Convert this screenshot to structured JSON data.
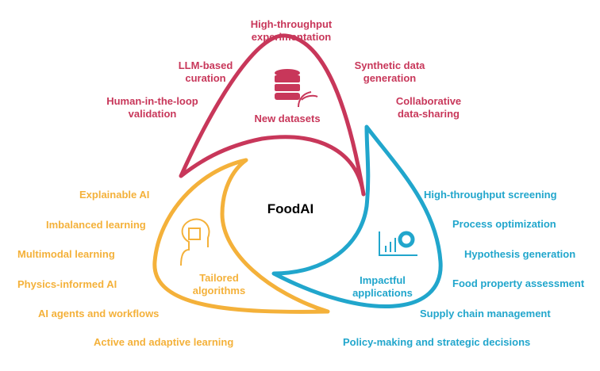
{
  "center": "FoodAI",
  "colors": {
    "datasets": "#c8375a",
    "algorithms": "#f4b13a",
    "applications": "#21a6cc"
  },
  "datasets": {
    "title": "New datasets",
    "icon": "database-plant-icon",
    "items": [
      "High-throughput experimentation",
      "LLM-based curation",
      "Synthetic data generation",
      "Human-in-the-loop validation",
      "Collaborative data-sharing"
    ]
  },
  "algorithms": {
    "title": "Tailored algorithms",
    "icon": "ai-head-icon",
    "items": [
      "Explainable AI",
      "Imbalanced learning",
      "Multimodal learning",
      "Physics-informed AI",
      "AI agents and workflows",
      "Active and adaptive learning"
    ]
  },
  "applications": {
    "title": "Impactful applications",
    "icon": "chart-gear-icon",
    "items": [
      "High-throughput screening",
      "Process optimization",
      "Hypothesis generation",
      "Food property assessment",
      "Supply chain management",
      "Policy-making and strategic decisions"
    ]
  }
}
